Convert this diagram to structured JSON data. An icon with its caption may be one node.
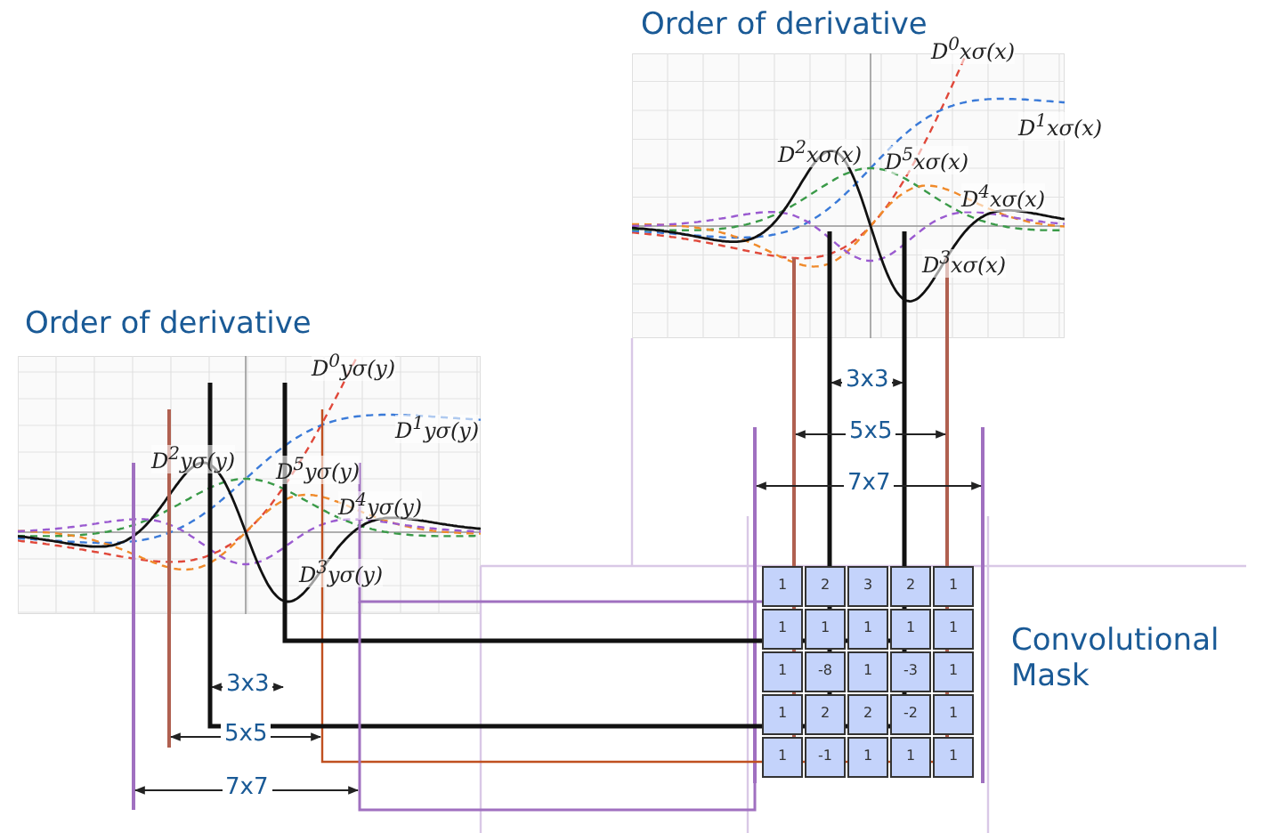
{
  "diagram": {
    "labels": [
      "Order of derivative",
      "D$^{0}$xσ(x)",
      "D$^{1}$xσ(x)",
      "D$^{2}$xσ(x)",
      "D$^{5}$xσ(x)",
      "D$^{4}$xσ(x)",
      "D$^{3}$xσ(x)",
      "3x3",
      "5x5",
      "7x7",
      "Order of derivative",
      "D$^{0}$yσ(y)",
      "D$^{1}$yσ(y)",
      "D$^{2}$yσ(y)",
      "D$^{5}$yσ(y)",
      "D$^{4}$yσ(y)",
      "D$^{3}$yσ(y)",
      "3x3",
      "5x5",
      "7x7",
      "1",
      "2",
      "3",
      "2",
      "1",
      "1",
      "1",
      "1",
      "1",
      "1",
      "1",
      "-8",
      "1",
      "-3",
      "1",
      "1",
      "2",
      "2",
      "-2",
      "1",
      "1",
      "-1",
      "1",
      "1",
      "1",
      "Convolutional Mask"
    ]
  }
}
